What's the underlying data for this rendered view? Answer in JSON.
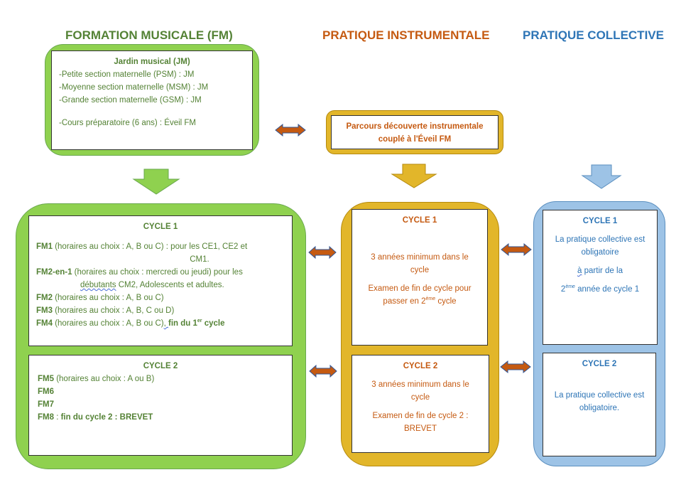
{
  "headers": {
    "fm": "FORMATION MUSICALE (FM)",
    "pi": "PRATIQUE INSTRUMENTALE",
    "pc": "PRATIQUE COLLECTIVE"
  },
  "jardin": {
    "title": "Jardin musical (JM)",
    "lines": [
      "-Petite section maternelle (PSM) : JM",
      "-Moyenne section maternelle (MSM) : JM",
      "-Grande section maternelle (GSM) : JM",
      "-Cours préparatoire (6 ans) : Éveil FM"
    ]
  },
  "parcours": {
    "line1": "Parcours découverte instrumentale",
    "line2": "couplé à l'Éveil FM"
  },
  "fm_cycle1": {
    "title": "CYCLE 1",
    "fm1_code": "FM1",
    "fm1_text": " (horaires au choix : A, B ou C) : pour les CE1, CE2 et",
    "fm1_cont": "CM1.",
    "fm2en1_code": "FM2-en-1",
    "fm2en1_text": " (horaires au choix : mercredi ou jeudi) pour les",
    "fm2en1_cont_a": "débutants",
    "fm2en1_cont_b": " CM2, Adolescents et adultes.",
    "fm2_code": "FM2",
    "fm2_text": " (horaires au choix : A, B ou C)",
    "fm3_code": "FM3",
    "fm3_text": " (horaires au choix : A, B, C ou D)",
    "fm4_code": "FM4",
    "fm4_text": " (horaires au choix : A, B ou C)",
    "fm4_sep": ", ",
    "fm4_end_a": "fin du 1",
    "fm4_end_sup": "er",
    "fm4_end_b": " cycle"
  },
  "fm_cycle2": {
    "title": "CYCLE 2",
    "fm5_code": "FM5",
    "fm5_text": " (horaires au choix : A ou B)",
    "fm6": "FM6",
    "fm7": "FM7",
    "fm8_code": "FM8",
    "fm8_sep": " : ",
    "fm8_text": "fin du cycle 2 :  BREVET"
  },
  "pi_cycle1": {
    "title": "CYCLE 1",
    "min_a": "3 années minimum dans le",
    "min_b": "cycle",
    "exam_a": "Examen de fin de cycle pour",
    "exam_b1": "passer en 2",
    "exam_sup": "ème",
    "exam_b2": " cycle"
  },
  "pi_cycle2": {
    "title": "CYCLE 2",
    "min_a": "3 années minimum dans le",
    "min_b": "cycle",
    "exam_a": "Examen de fin de cycle 2 :",
    "exam_b": "BREVET"
  },
  "pc_cycle1": {
    "title": "CYCLE 1",
    "l1": "La pratique collective est",
    "l2": "obligatoire",
    "l3_a": "à",
    "l3_b": " partir de la",
    "l4_a": "2",
    "l4_sup": "ème",
    "l4_b": " année de cycle 1"
  },
  "pc_cycle2": {
    "title": "CYCLE 2",
    "l1": "La pratique collective est",
    "l2": "obligatoire."
  },
  "colors": {
    "green": "#8fd14f",
    "yellow": "#e2b62a",
    "blue": "#9dc3e6",
    "arrow_orange": "#c55a11"
  }
}
